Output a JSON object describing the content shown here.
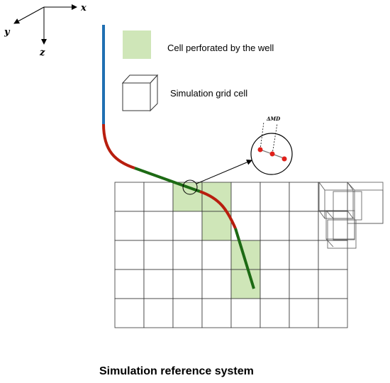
{
  "axes": {
    "x": "x",
    "y": "y",
    "z": "z"
  },
  "legend": {
    "perforated_label": "Cell perforated by the well",
    "grid_cell_label": "Simulation grid cell"
  },
  "inset": {
    "label": "ΔMD"
  },
  "caption": "Simulation reference system",
  "colors": {
    "perforated_fill": "#cfe6b8",
    "well_vertical": "#1f6fb2",
    "well_curve": "#b81e0e",
    "well_perforated": "#1d6a14",
    "marker": "#e0201a",
    "grid_line": "#333333"
  },
  "grid": {
    "rows": 5,
    "cols": 8,
    "perforated_cells": [
      [
        0,
        2
      ],
      [
        0,
        3
      ],
      [
        1,
        3
      ],
      [
        2,
        4
      ],
      [
        3,
        4
      ]
    ]
  }
}
